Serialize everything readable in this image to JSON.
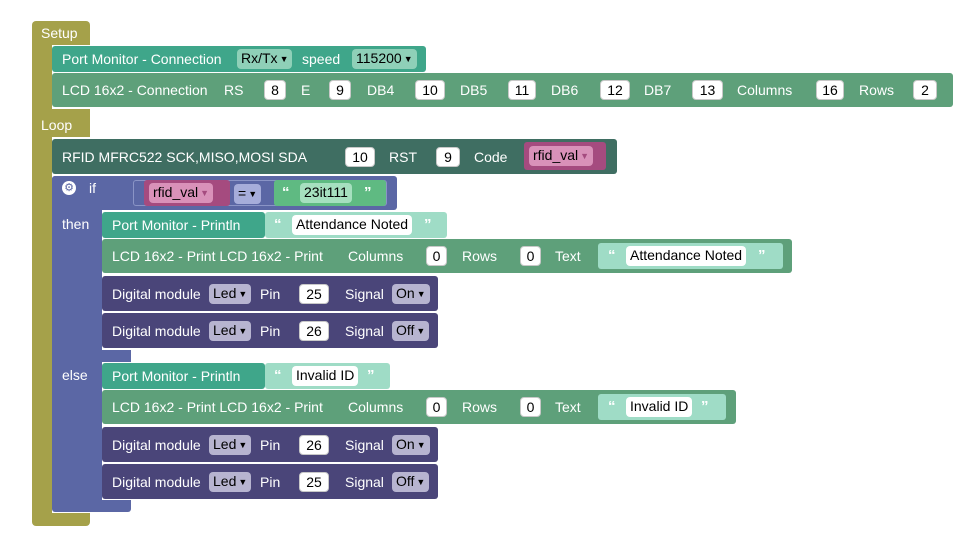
{
  "setup": {
    "label": "Setup"
  },
  "loop": {
    "label": "Loop"
  },
  "port_conn": {
    "title": "Port Monitor - Connection",
    "mode": "Rx/Tx",
    "speed_label": "speed",
    "speed": "115200"
  },
  "lcd_conn": {
    "title": "LCD 16x2 - Connection",
    "params": [
      {
        "label": "RS",
        "value": "8"
      },
      {
        "label": "E",
        "value": "9"
      },
      {
        "label": "DB4",
        "value": "10"
      },
      {
        "label": "DB5",
        "value": "11"
      },
      {
        "label": "DB6",
        "value": "12"
      },
      {
        "label": "DB7",
        "value": "13"
      },
      {
        "label": "Columns",
        "value": "16"
      },
      {
        "label": "Rows",
        "value": "2"
      }
    ]
  },
  "rfid": {
    "title": "RFID MFRC522  SCK,MISO,MOSI SDA",
    "sda": "10",
    "rst_label": "RST",
    "rst": "9",
    "code_label": "Code",
    "variable": "rfid_val"
  },
  "if_block": {
    "if_label": "if",
    "then_label": "then",
    "else_label": "else",
    "variable": "rfid_val",
    "operator": "=",
    "compare_value": "23it111"
  },
  "then_branch": {
    "println_title": "Port Monitor - Println",
    "println_text": "Attendance Noted",
    "lcd_title": "LCD 16x2 - Print  LCD 16x2 - Print",
    "columns_label": "Columns",
    "columns": "0",
    "rows_label": "Rows",
    "rows": "0",
    "text_label": "Text",
    "lcd_text": "Attendance Noted",
    "digital": [
      {
        "title": "Digital module",
        "module": "Led",
        "pin_label": "Pin",
        "pin": "25",
        "signal_label": "Signal",
        "signal": "On"
      },
      {
        "title": "Digital module",
        "module": "Led",
        "pin_label": "Pin",
        "pin": "26",
        "signal_label": "Signal",
        "signal": "Off"
      }
    ]
  },
  "else_branch": {
    "println_title": "Port Monitor - Println",
    "println_text": "Invalid ID",
    "lcd_title": "LCD 16x2 - Print  LCD 16x2 - Print",
    "columns_label": "Columns",
    "columns": "0",
    "rows_label": "Rows",
    "rows": "0",
    "text_label": "Text",
    "lcd_text": "Invalid ID",
    "digital": [
      {
        "title": "Digital module",
        "module": "Led",
        "pin_label": "Pin",
        "pin": "26",
        "signal_label": "Signal",
        "signal": "On"
      },
      {
        "title": "Digital module",
        "module": "Led",
        "pin_label": "Pin",
        "pin": "25",
        "signal_label": "Signal",
        "signal": "Off"
      }
    ]
  },
  "colors": {
    "olive": "#a5a14a",
    "teal": "#3fa68a",
    "green": "#5ea07a",
    "dark_teal": "#3f6e62",
    "blue": "#5b67a5",
    "purple": "#4a4579",
    "pink": "#a54b7f",
    "string_green": "#5fba82"
  }
}
